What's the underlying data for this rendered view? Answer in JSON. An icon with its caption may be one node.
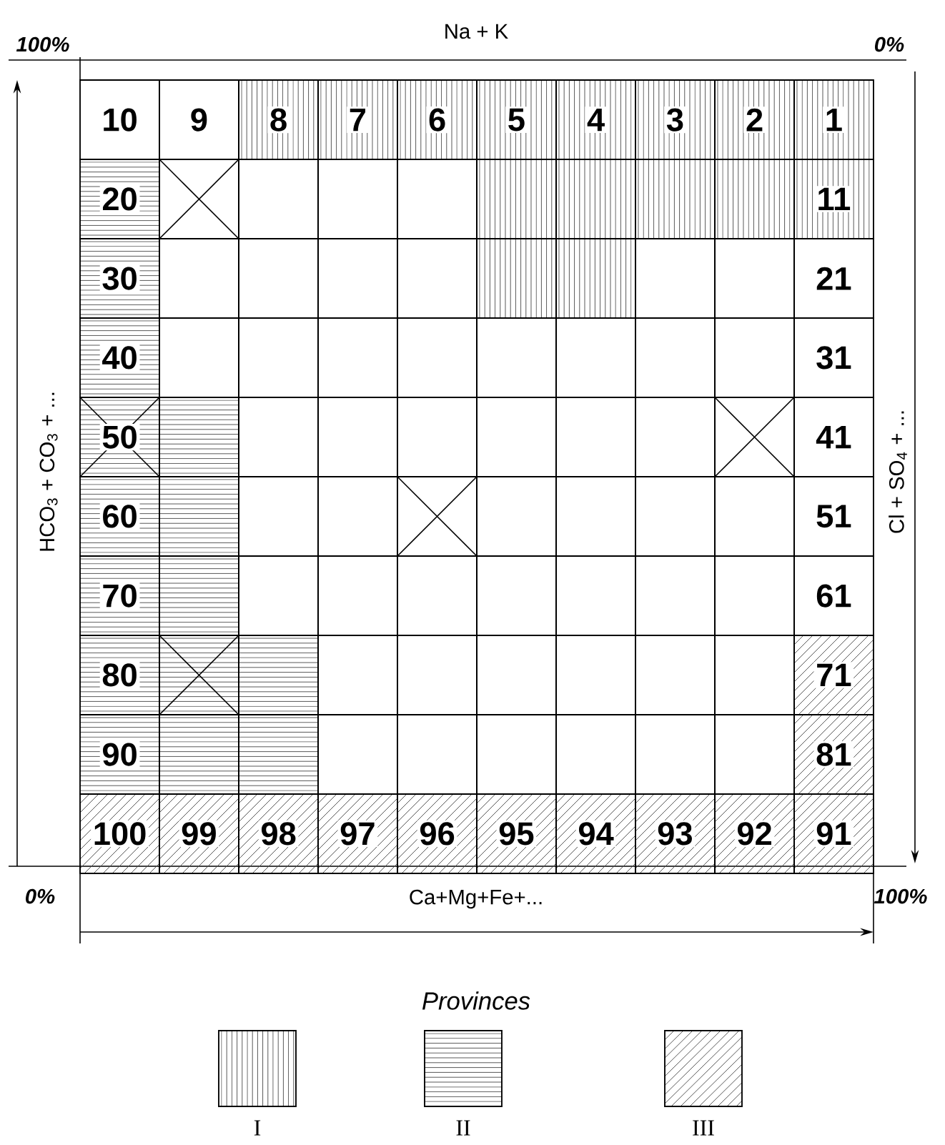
{
  "diagram": {
    "labels": [
      "100%",
      "Na + K",
      "0%",
      "10",
      "9",
      "8",
      "7",
      "6",
      "5",
      "4",
      "3",
      "2",
      "1",
      "20",
      "11",
      "30",
      "21",
      "40",
      "31",
      "50",
      "41",
      "60",
      "51",
      "70",
      "61",
      "80",
      "71",
      "90",
      "81",
      "100",
      "99",
      "98",
      "97",
      "96",
      "95",
      "94",
      "93",
      "92",
      "91",
      "HCO$_{3}$ + CO$_{3}$ + ...",
      "Cl + SO$_{4}$ + ...",
      "0%",
      "Ca+Mg+Fe+...",
      "100%",
      "Provinces"
    ],
    "legend": [
      {
        "text": "I"
      },
      {
        "text": "II"
      },
      {
        "text": "III"
      }
    ]
  }
}
